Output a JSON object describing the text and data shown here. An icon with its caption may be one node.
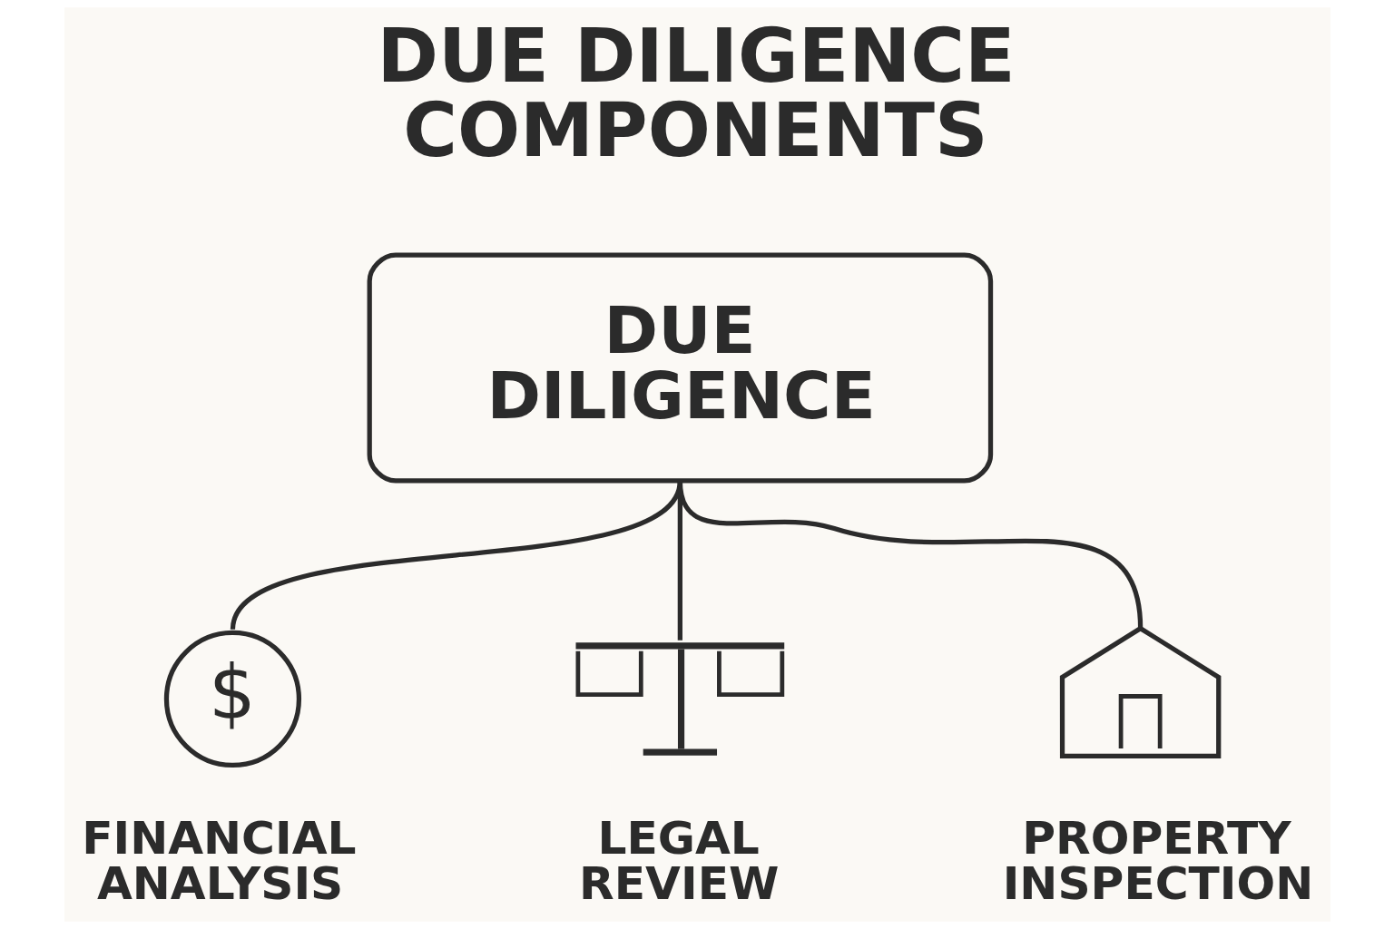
{
  "diagram": {
    "title": "DUE DILIGENCE COMPONENTS",
    "nodes": [
      {
        "text": [
          "DUE DILIGENCE"
        ]
      },
      {
        "text": [
          "$"
        ],
        "beside": [
          "FINANCIAL ANALYSIS"
        ]
      },
      {
        "text": [],
        "shape": "picture",
        "beside": [
          "LEGAL REVIEW"
        ]
      },
      {
        "text": [],
        "shape": "picture",
        "beside": [
          "PROPERTY INSPECTION"
        ]
      }
    ],
    "edges": [
      {
        "from": 0,
        "to": 1,
        "arrow": "none"
      },
      {
        "from": 0,
        "to": 2,
        "arrow": "none"
      },
      {
        "from": 0,
        "to": 3,
        "arrow": "none"
      }
    ]
  }
}
